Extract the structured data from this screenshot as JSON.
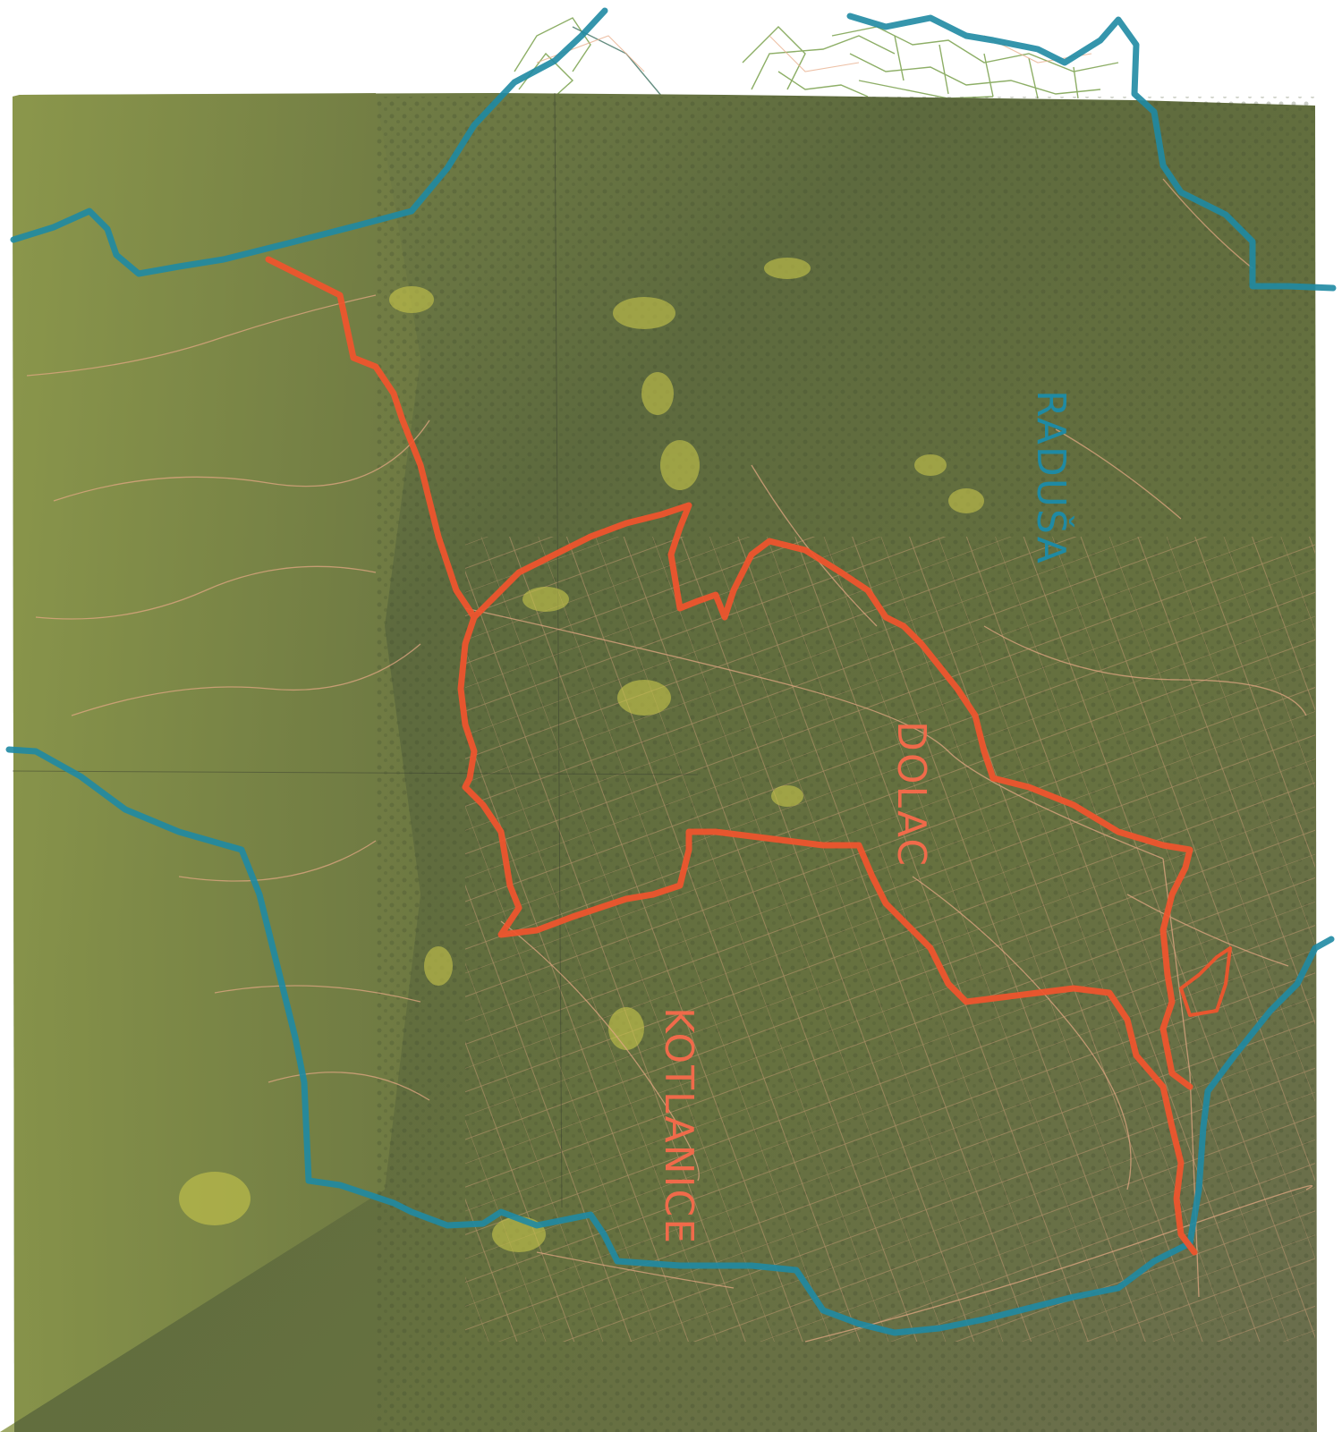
{
  "map": {
    "labels": {
      "radusa": "RADUŠA",
      "dolac": "DOLAC",
      "kotlanice": "KOTLANICE"
    },
    "colors": {
      "outer_boundary": "#1f8aa3",
      "inner_boundary": "#f2542d",
      "label_outer": "#1f8aa3",
      "label_inner": "#f06a4a",
      "paper": "#ffffff",
      "photo_dark": "#55603f",
      "photo_mid": "#6e7a47",
      "photo_light": "#8f9a4a",
      "field_yellow": "#c6c74b",
      "parcel_line": "#e0a07a",
      "cadastre_line": "#7aa14c"
    }
  }
}
